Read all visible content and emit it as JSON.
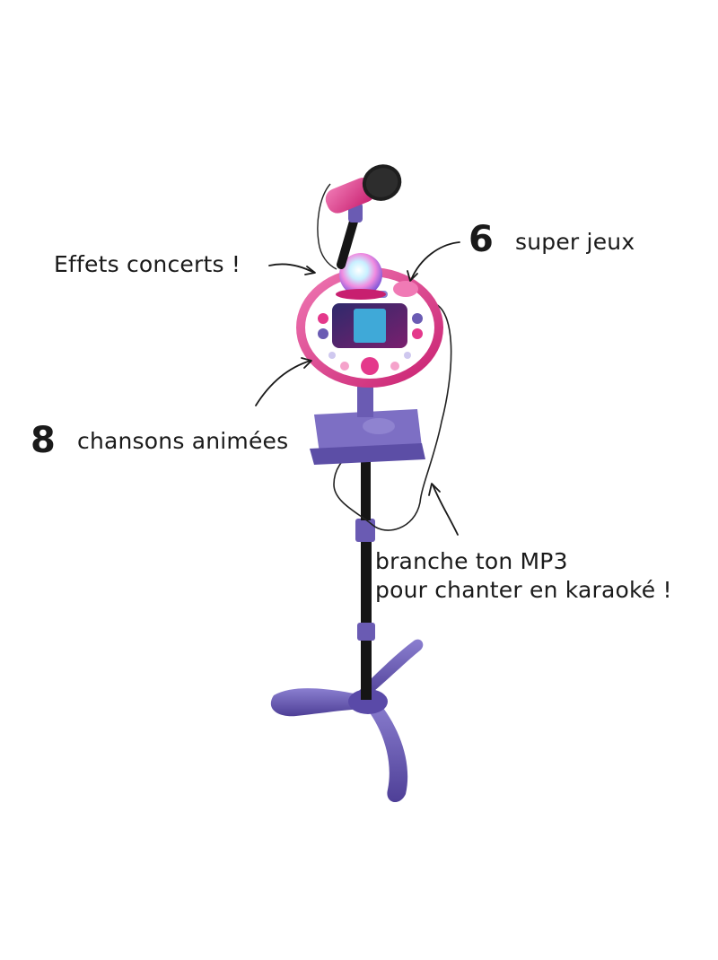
{
  "annotations": {
    "effets": "Effets concerts !",
    "jeux_number": "6",
    "jeux_text": "super jeux",
    "chansons_number": "8",
    "chansons_text": "chansons animées",
    "mp3_line1": "branche ton MP3",
    "mp3_line2": "pour chanter en karaoké !"
  },
  "colors": {
    "purple": "#6a5bb3",
    "pink": "#e4388b",
    "black_pole": "#151515",
    "background": "#ffffff"
  }
}
